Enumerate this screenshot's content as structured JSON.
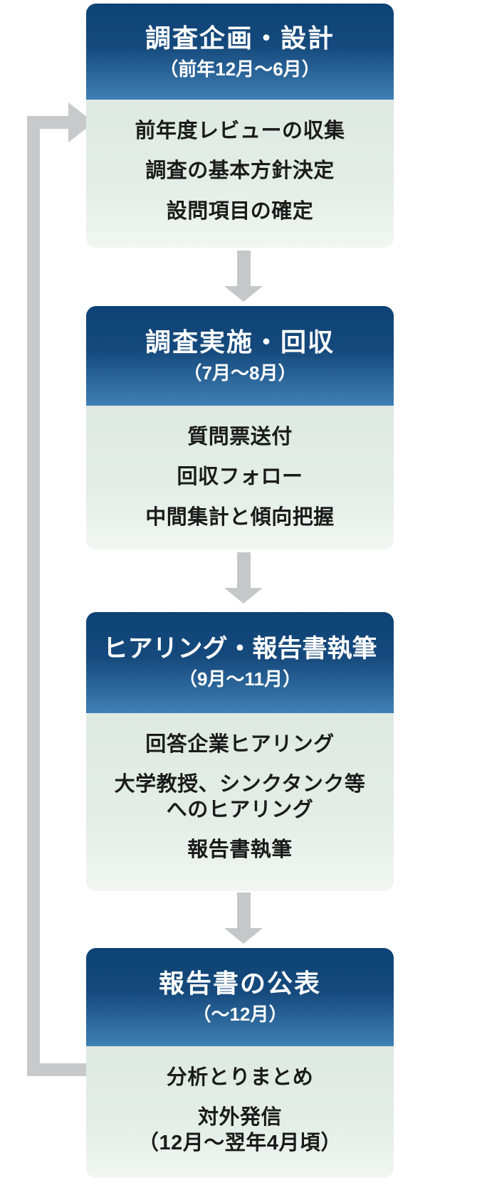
{
  "diagram": {
    "type": "process-flow",
    "steps": [
      {
        "title": "調査企画・設計",
        "period": "（前年12月〜6月）",
        "items": [
          "前年度レビューの収集",
          "調査の基本方針決定",
          "設問項目の確定"
        ]
      },
      {
        "title": "調査実施・回収",
        "period": "（7月〜8月）",
        "items": [
          "質問票送付",
          "回収フォロー",
          "中間集計と傾向把握"
        ]
      },
      {
        "title": "ヒアリング・報告書執筆",
        "period": "（9月〜11月）",
        "items": [
          "回答企業ヒアリング",
          "大学教授、シンクタンク等\nへのヒアリング",
          "報告書執筆"
        ]
      },
      {
        "title": "報告書の公表",
        "period": "（〜12月）",
        "items": [
          "分析とりまとめ",
          "対外発信\n（12月〜翌年4月頃）"
        ]
      }
    ],
    "connectors": {
      "between_steps": "down-arrow-icon",
      "loop_back": "loop-back-arrow-icon"
    },
    "colors": {
      "header_gradient_top": "#0d4274",
      "header_gradient_bottom": "#4080b4",
      "body_gradient_top": "#dfe9e3",
      "body_gradient_bottom": "#f1f6f2",
      "arrow_gray": "#c5c7c8",
      "header_text": "#ffffff",
      "body_text": "#1b1b1b"
    }
  }
}
